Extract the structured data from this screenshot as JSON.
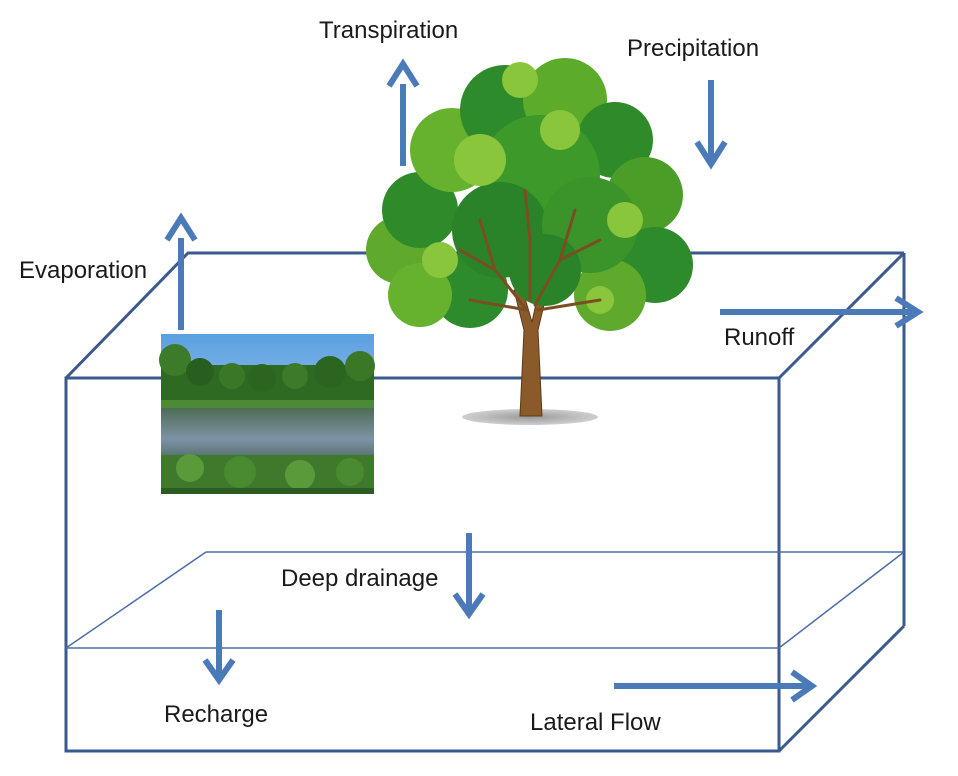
{
  "labels": {
    "transpiration": "Transpiration",
    "precipitation": "Precipitation",
    "evaporation": "Evaporation",
    "runoff": "Runoff",
    "deep_drainage": "Deep drainage",
    "recharge": "Recharge",
    "lateral_flow": "Lateral Flow"
  },
  "colors": {
    "box_edge": "#3a5a8e",
    "arrow": "#4a7ab8",
    "thin_edge": "#4a6ea8"
  },
  "images": {
    "tree": "tree-illustration",
    "pond": "pond-photo"
  }
}
